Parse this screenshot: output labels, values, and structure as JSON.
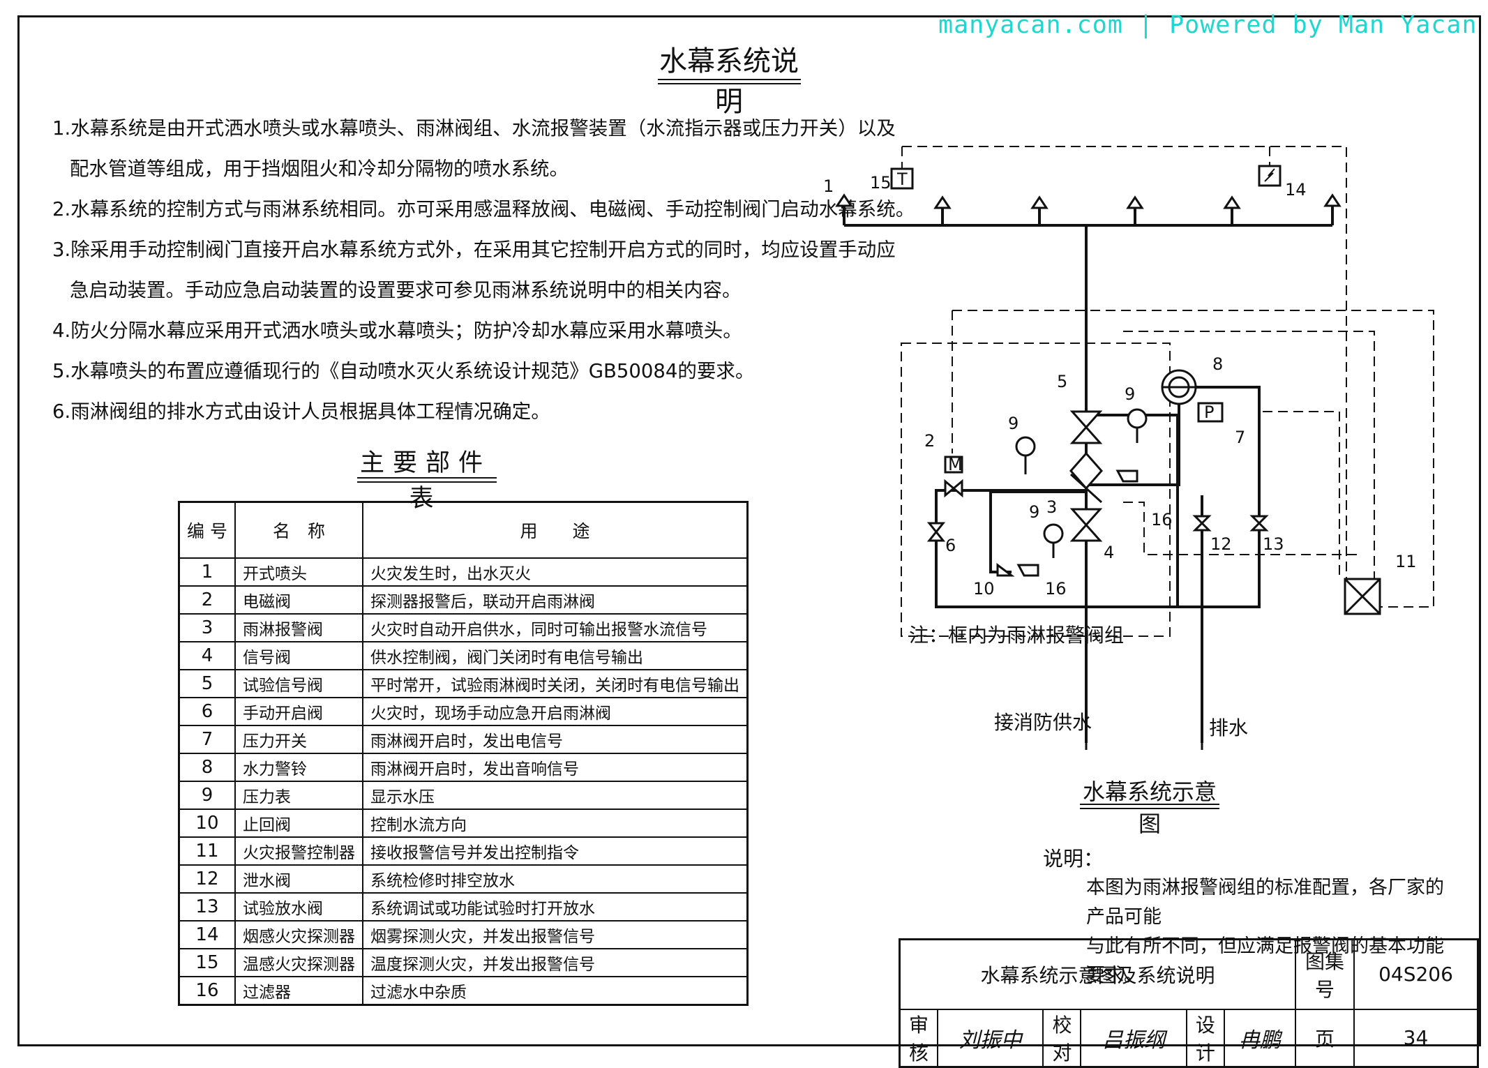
{
  "watermark": "manyacan.com | Powered by Man Yacan",
  "page_title": "水幕系统说明",
  "notes": [
    "1.水幕系统是由开式洒水喷头或水幕喷头、雨淋阀组、水流报警装置（水流指示器或压力开关）以及",
    "配水管道等组成，用于挡烟阻火和冷却分隔物的喷水系统。",
    "2.水幕系统的控制方式与雨淋系统相同。亦可采用感温释放阀、电磁阀、手动控制阀门启动水幕系统。",
    "3.除采用手动控制阀门直接开启水幕系统方式外，在采用其它控制开启方式的同时，均应设置手动应",
    "急启动装置。手动应急启动装置的设置要求可参见雨淋系统说明中的相关内容。",
    "4.防火分隔水幕应采用开式洒水喷头或水幕喷头；防护冷却水幕应采用水幕喷头。",
    "5.水幕喷头的布置应遵循现行的《自动喷水灭火系统设计规范》GB50084的要求。",
    "6.雨淋阀组的排水方式由设计人员根据具体工程情况确定。"
  ],
  "parts_table": {
    "title": "主要部件表",
    "headers": [
      "编 号",
      "名　称",
      "用　　途"
    ],
    "rows": [
      [
        "1",
        "开式喷头",
        "火灾发生时，出水灭火"
      ],
      [
        "2",
        "电磁阀",
        "探测器报警后，联动开启雨淋阀"
      ],
      [
        "3",
        "雨淋报警阀",
        "火灾时自动开启供水，同时可输出报警水流信号"
      ],
      [
        "4",
        "信号阀",
        "供水控制阀，阀门关闭时有电信号输出"
      ],
      [
        "5",
        "试验信号阀",
        "平时常开，试验雨淋阀时关闭，关闭时有电信号输出"
      ],
      [
        "6",
        "手动开启阀",
        "火灾时，现场手动应急开启雨淋阀"
      ],
      [
        "7",
        "压力开关",
        "雨淋阀开启时，发出电信号"
      ],
      [
        "8",
        "水力警铃",
        "雨淋阀开启时，发出音响信号"
      ],
      [
        "9",
        "压力表",
        "显示水压"
      ],
      [
        "10",
        "止回阀",
        "控制水流方向"
      ],
      [
        "11",
        "火灾报警控制器",
        "接收报警信号并发出控制指令"
      ],
      [
        "12",
        "泄水阀",
        "系统检修时排空放水"
      ],
      [
        "13",
        "试验放水阀",
        "系统调试或功能试验时打开放水"
      ],
      [
        "14",
        "烟感火灾探测器",
        "烟雾探测火灾，并发出报警信号"
      ],
      [
        "15",
        "温感火灾探测器",
        "温度探测火灾，并发出报警信号"
      ],
      [
        "16",
        "过滤器",
        "过滤水中杂质"
      ]
    ]
  },
  "diagram": {
    "caption": "水幕系统示意图",
    "note": "注：框内为雨淋报警阀组",
    "supply_label": "接消防供水",
    "drain_label": "排水",
    "detector_15": "T",
    "detector_2": "M",
    "pressure_switch": "P",
    "numbers": [
      "1",
      "2",
      "3",
      "4",
      "5",
      "6",
      "7",
      "8",
      "9",
      "10",
      "11",
      "12",
      "13",
      "14",
      "15",
      "16"
    ]
  },
  "explanation": {
    "label": "说明：",
    "lines": [
      "本图为雨淋报警阀组的标准配置，各厂家的产品可能",
      "与此有所不同，但应满足报警阀的基本功能要求。"
    ]
  },
  "title_block": {
    "drawing_title": "水幕系统示意图及系统说明",
    "atlas_label": "图集号",
    "atlas_no": "04S206",
    "review_label": "审核",
    "review_sig": "刘振中",
    "check_label": "校对",
    "check_sig": "吕振纲",
    "design_label": "设计",
    "design_sig": "冉鹏",
    "page_label": "页",
    "page_no": "34"
  }
}
